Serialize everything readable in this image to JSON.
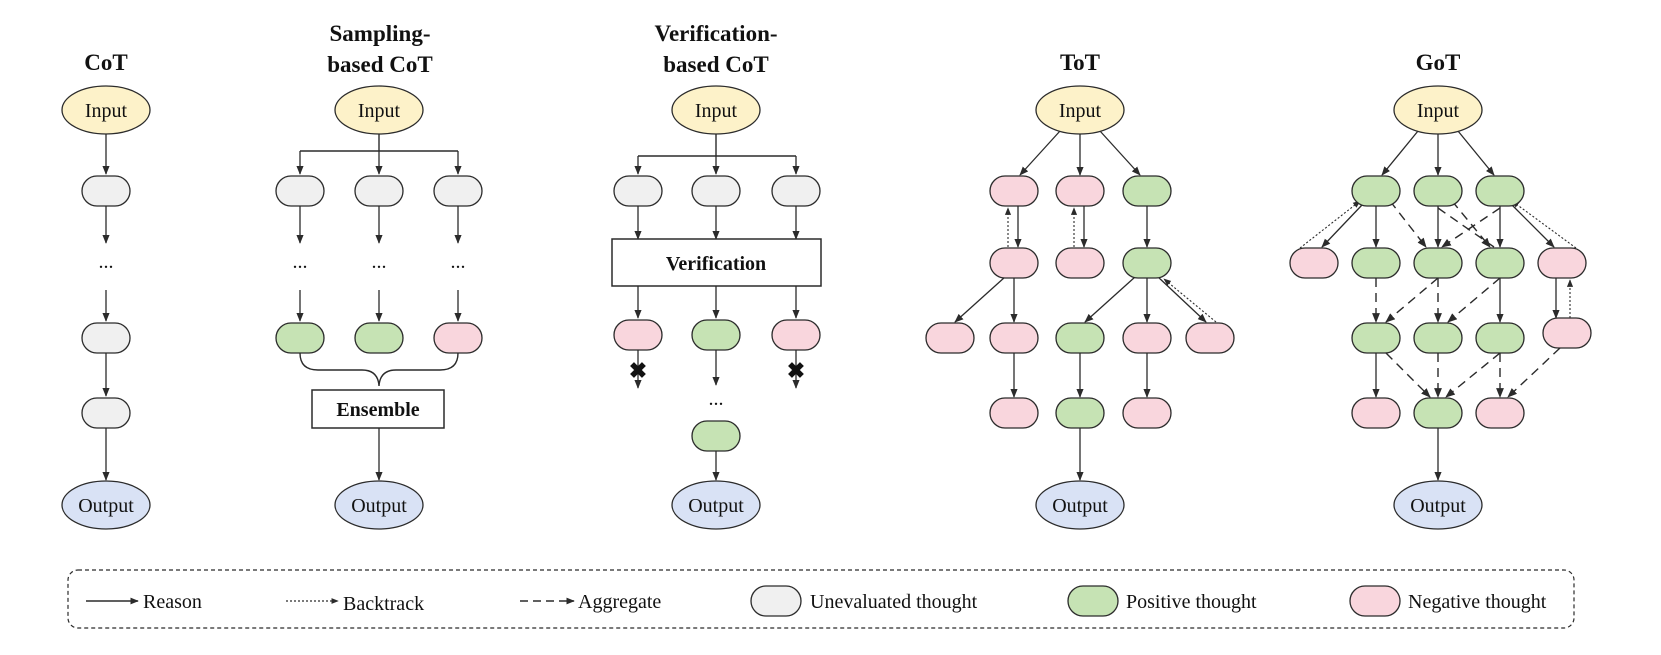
{
  "columns": [
    {
      "key": "cot",
      "title_lines": [
        "CoT"
      ]
    },
    {
      "key": "sampling",
      "title_lines": [
        "Sampling-",
        "based CoT"
      ]
    },
    {
      "key": "verification",
      "title_lines": [
        "Verification-",
        "based CoT"
      ]
    },
    {
      "key": "tot",
      "title_lines": [
        "ToT"
      ]
    },
    {
      "key": "got",
      "title_lines": [
        "GoT"
      ]
    }
  ],
  "labels": {
    "input": "Input",
    "output": "Output",
    "ellipsis": "...",
    "verification_box": "Verification",
    "ensemble_box": "Ensemble"
  },
  "legend": {
    "reason": "Reason",
    "backtrack": "Backtrack",
    "aggregate": "Aggregate",
    "unevaluated": "Unevaluated thought",
    "positive": "Positive thought",
    "negative": "Negative thought"
  },
  "colors": {
    "input_fill": "#fdf2c9",
    "output_fill": "#d9e2f5",
    "unevaluated_fill": "#f0f0f0",
    "positive_fill": "#c6e3b4",
    "negative_fill": "#f9d6dd",
    "stroke": "#2b2b2b"
  }
}
